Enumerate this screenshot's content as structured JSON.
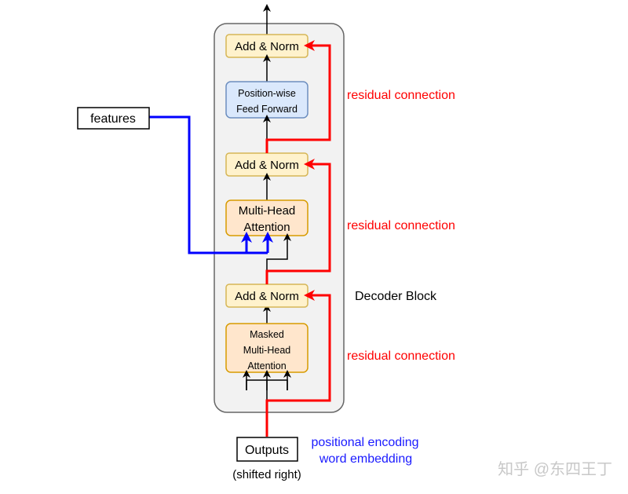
{
  "decoder": {
    "block_label": "Decoder Block",
    "add_norm_top": "Add & Norm",
    "ffn_line1": "Position-wise",
    "ffn_line2": "Feed Forward",
    "add_norm_mid": "Add & Norm",
    "mha_line1": "Multi-Head",
    "mha_line2": "Attention",
    "add_norm_bottom": "Add & Norm",
    "masked_line1": "Masked",
    "masked_line2": "Multi-Head",
    "masked_line3": "Attention"
  },
  "inputs": {
    "features": "features",
    "outputs": "Outputs",
    "shifted": "(shifted right)",
    "pos_encoding": "positional encoding",
    "word_embedding": "word embedding"
  },
  "residual_labels": [
    "residual connection",
    "residual connection",
    "residual connection"
  ],
  "watermark": "知乎 @东四王丁",
  "colors": {
    "residual": "#ff0000",
    "features_line": "#0000ff",
    "encoding_text": "#1a1aff",
    "add_norm_fill": "#fff2cc",
    "add_norm_stroke": "#d6b656",
    "ffn_fill": "#dae8fc",
    "ffn_stroke": "#6c8ebf",
    "attention_fill": "#ffe6cc",
    "attention_stroke": "#d79b00",
    "block_fill": "#f2f2f2",
    "block_stroke": "#666666"
  }
}
